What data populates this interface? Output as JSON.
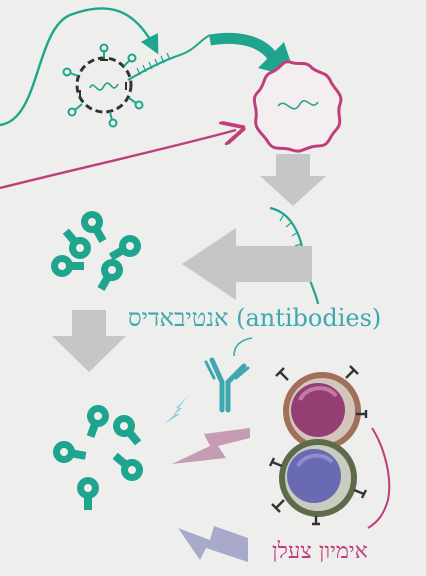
{
  "labels": {
    "antibodies": "אנטיבאדיס (antibodies)",
    "immune_cells": "אימיון צעלן"
  },
  "colors": {
    "background": "#eeeeec",
    "teal": "#1fa58e",
    "magenta": "#c03e7c",
    "arrow_gray": "#c6c6c6",
    "antibody_blue": "#3fa7b0",
    "bolt_light_blue": "#8ecfe0",
    "bolt_pink": "#c59cb3",
    "bolt_lavender": "#a9a9cc",
    "cell_brown": "#a0705a",
    "cell_purple": "#943f74",
    "cell_olive": "#5e6a4c",
    "cell_blue": "#6a69b3"
  },
  "icons": [
    "virus-with-rna",
    "infected-cell",
    "proteins",
    "antibody",
    "immune-cells",
    "signal-bolts"
  ]
}
